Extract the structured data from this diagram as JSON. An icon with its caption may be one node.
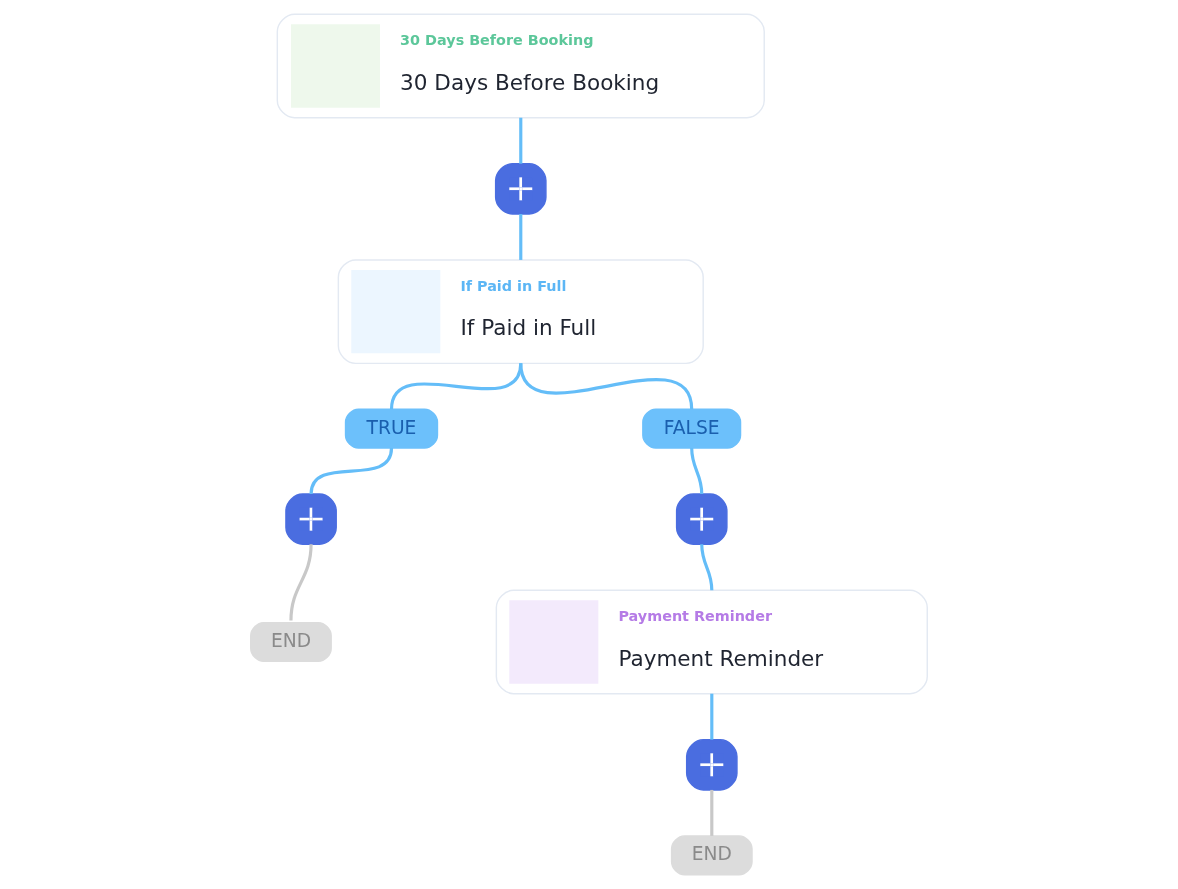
{
  "diagram": {
    "nodes": [
      {
        "text": [
          "30 Days Before Booking",
          "30 Days Before Booking"
        ]
      },
      {
        "text": [],
        "shape": "box"
      },
      {
        "text": [
          "If Paid in Full",
          "If Paid in Full"
        ]
      },
      {
        "text": [
          "TRUE"
        ]
      },
      {
        "text": [
          "FALSE"
        ]
      },
      {
        "text": [],
        "shape": "box"
      },
      {
        "text": [
          "END"
        ]
      },
      {
        "text": [],
        "shape": "box"
      },
      {
        "text": [
          "Payment Reminder",
          "Payment Reminder"
        ]
      },
      {
        "text": [],
        "shape": "box"
      },
      {
        "text": [
          "END"
        ]
      }
    ],
    "edges": [
      {
        "from": 0,
        "to": 1,
        "arrow": "none"
      },
      {
        "from": 1,
        "to": 2,
        "arrow": "none"
      },
      {
        "from": 2,
        "to": 3,
        "arrow": "none"
      },
      {
        "from": 2,
        "to": 4,
        "arrow": "none"
      },
      {
        "from": 3,
        "to": 5,
        "arrow": "none"
      },
      {
        "from": 5,
        "to": 6,
        "arrow": "none",
        "color": "#c8c8c8"
      },
      {
        "from": 4,
        "to": 7,
        "arrow": "none"
      },
      {
        "from": 7,
        "to": 8,
        "arrow": "none"
      },
      {
        "from": 8,
        "to": 9,
        "arrow": "none"
      },
      {
        "from": 9,
        "to": 10,
        "arrow": "none",
        "color": "#c8c8c8"
      }
    ]
  }
}
